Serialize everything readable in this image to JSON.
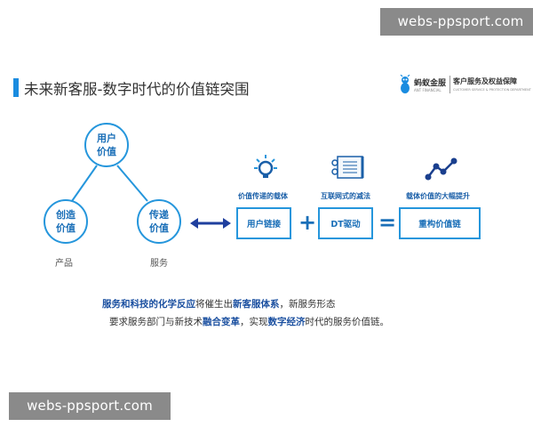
{
  "watermark": {
    "top": "webs-ppsport.com",
    "bottom": "webs-ppsport.com"
  },
  "title": "未来新客服-数字时代的价值链突围",
  "logo": {
    "cn": "蚂蚁金服",
    "en": "ANT FINANCIAL",
    "right_cn": "客户服务及权益保障",
    "right_en": "CUSTOMER SERVICE & PROTECTION DEPARTMENT"
  },
  "value_circles": {
    "user": {
      "line1": "用户",
      "line2": "价值"
    },
    "create": {
      "line1": "创造",
      "line2": "价值"
    },
    "deliver": {
      "line1": "传递",
      "line2": "价值"
    }
  },
  "captions": {
    "product": "产品",
    "service": "服务"
  },
  "chain": {
    "cap1": "价值传递的载体",
    "cap2": "互联网式的减法",
    "cap3": "载体价值的大幅提升",
    "box1": "用户链接",
    "box2": "DT驱动",
    "box3": "重构价值链",
    "plus": "+",
    "equals": "="
  },
  "paragraph": {
    "l1_a": "服务和科技的化学反应",
    "l1_b": "将催生出",
    "l1_c": "新客服体系",
    "l1_d": "，新服务形态",
    "l2_a": "要求服务部门与新技术",
    "l2_b": "融合变革",
    "l2_c": "，实现",
    "l2_d": "数字经济",
    "l2_e": "时代的服务价值链。"
  },
  "colors": {
    "accent": "#2596dc",
    "text_blue": "#1a6fb8",
    "arrow": "#1f3f9e"
  },
  "icons": [
    "ant-logo-icon",
    "lightbulb-icon",
    "data-screen-icon",
    "trend-line-icon",
    "double-arrow-icon"
  ]
}
